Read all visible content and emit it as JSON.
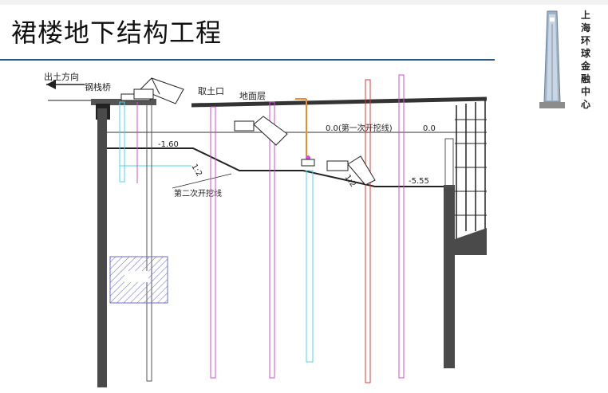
{
  "slide": {
    "title": "裙楼地下结构工程"
  },
  "brand": {
    "chars": [
      "上",
      "海",
      "环",
      "球",
      "金",
      "融",
      "中",
      "心"
    ],
    "icon": "tower-icon"
  },
  "drawing": {
    "labels": {
      "exit_direction": "出土方向",
      "steel_trestle": "钢栈桥",
      "soil_outlet": "取土口",
      "ground_floor": "地面层",
      "first_excavation_level": "0.0(第一次开挖线)",
      "zero_level": "0.0",
      "level_minus_160": "-1.60",
      "slope_1": "1:2",
      "second_excavation_line": "第二次开挖线",
      "slope_2": "1:2",
      "level_minus_555": "-5.55"
    },
    "colors": {
      "ground_line": "#333333",
      "cyan_pile": "#4fd3e8",
      "magenta_pile": "#d04fd0",
      "red_pile": "#e03a3a",
      "orange_crane": "#f08a2c",
      "hatch": "#6b6bcc"
    }
  }
}
